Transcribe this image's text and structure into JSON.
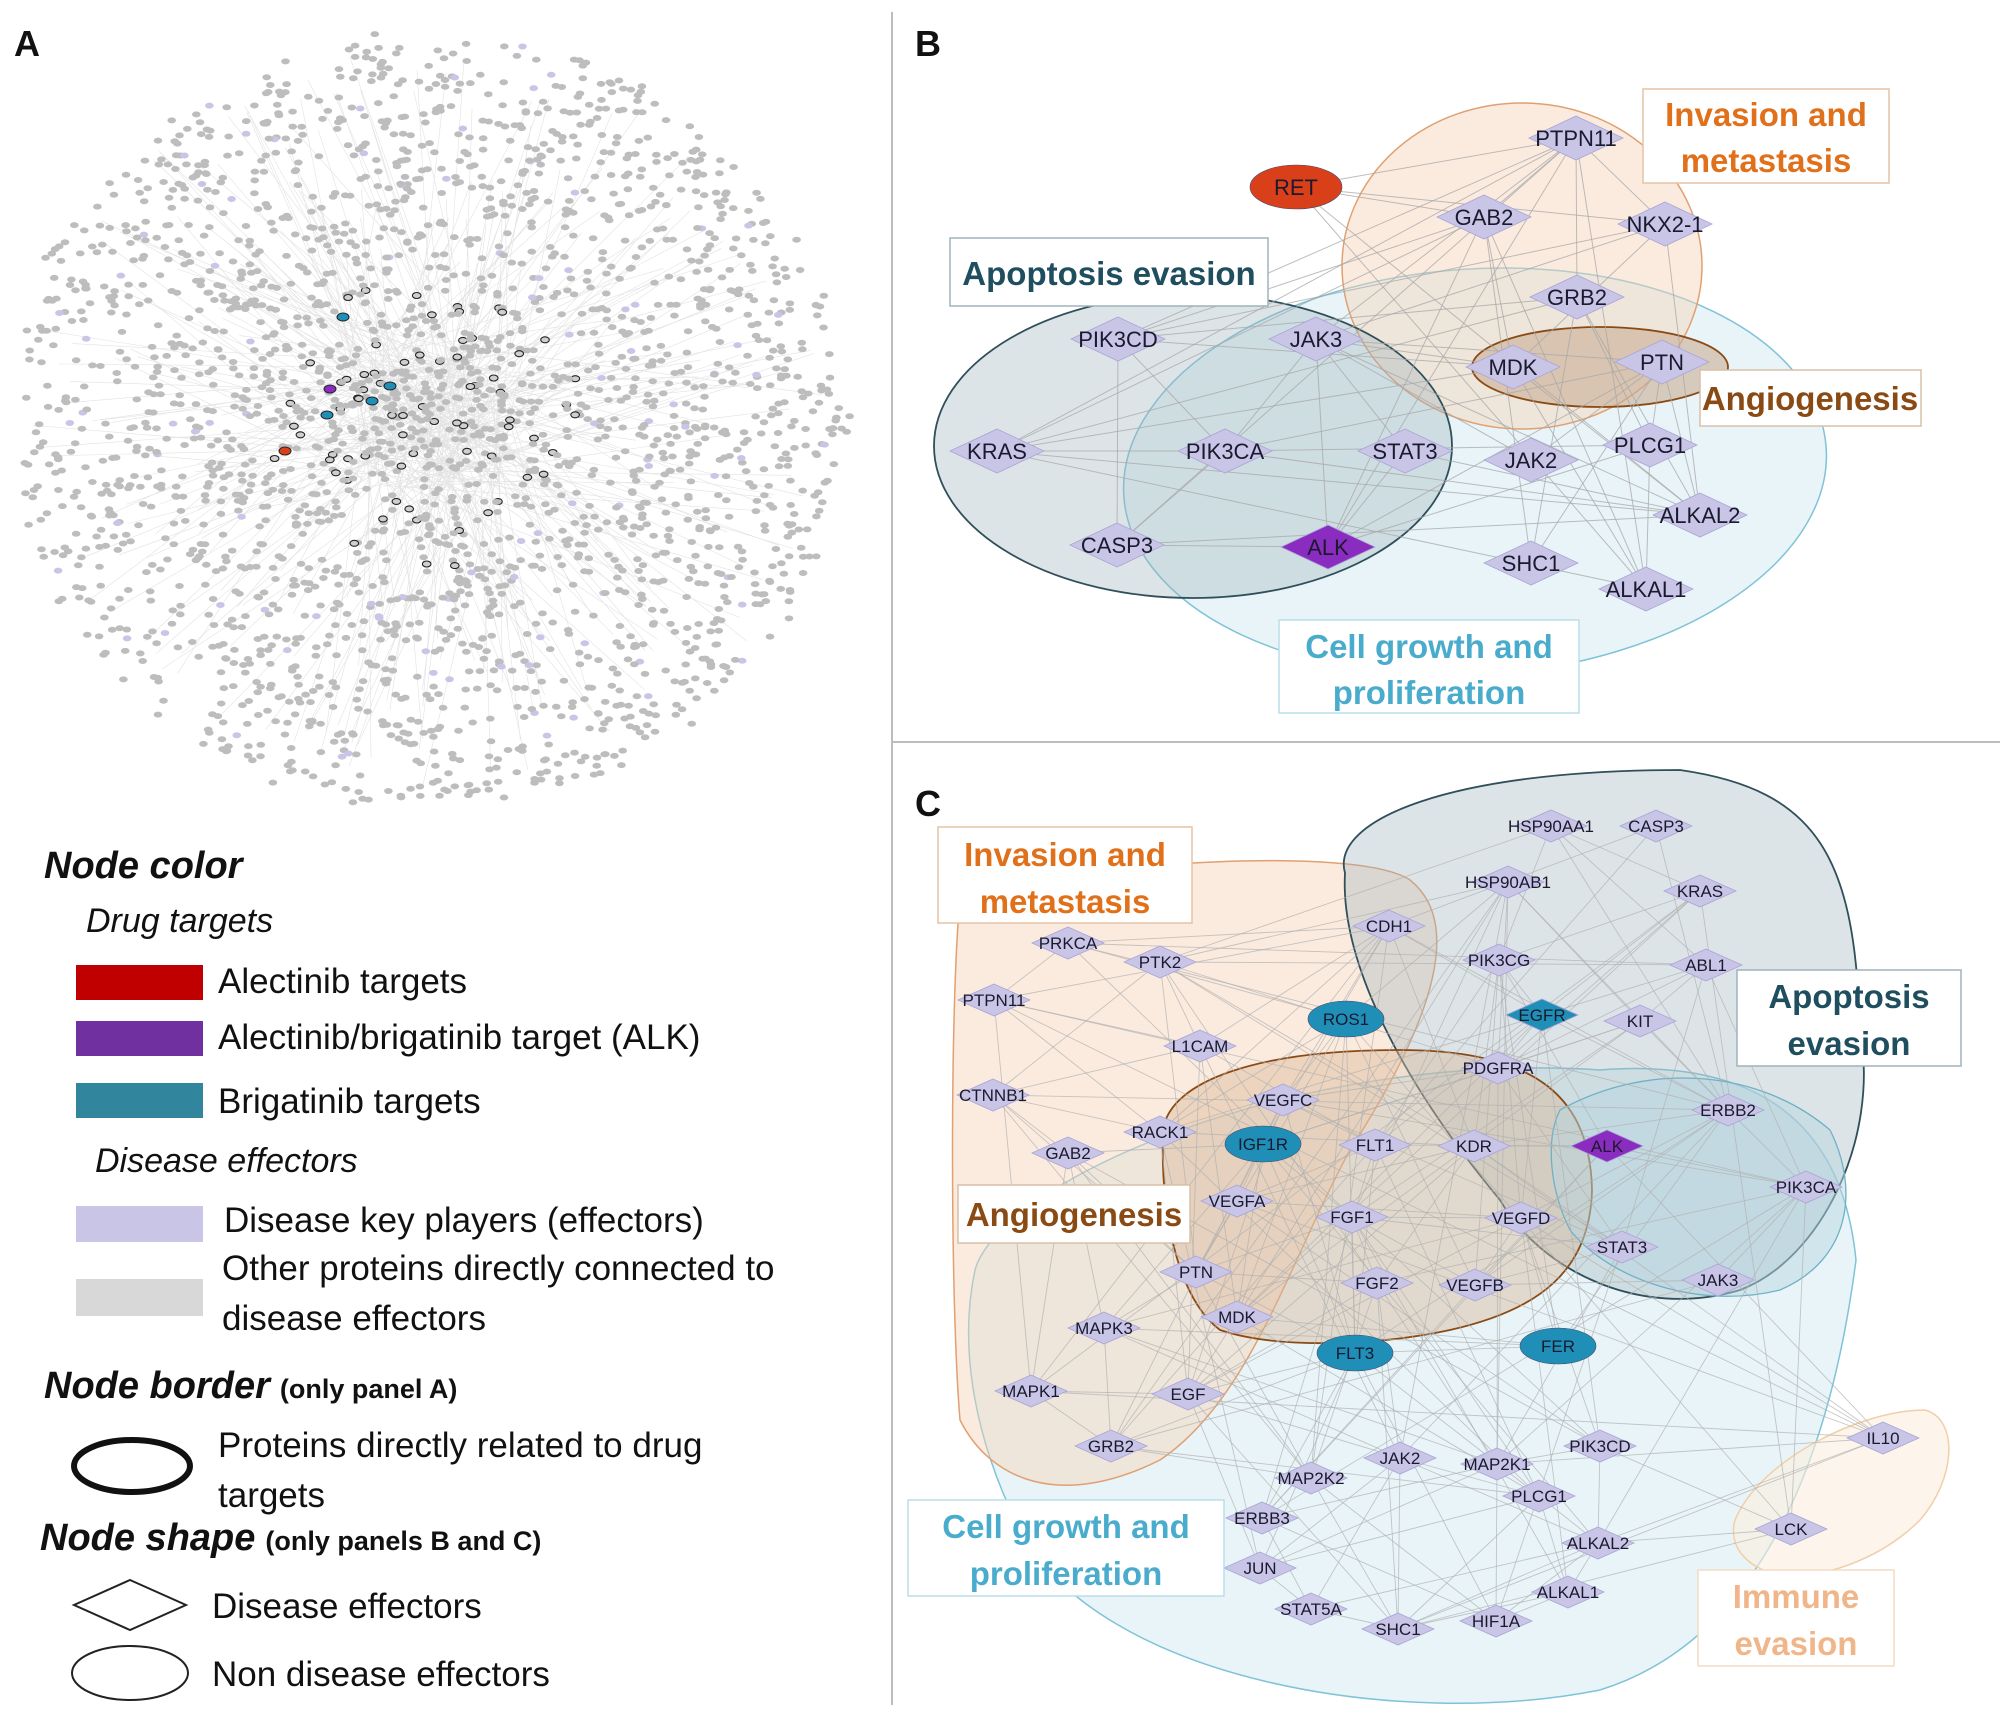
{
  "panel_labels": {
    "a": "A",
    "b": "B",
    "c": "C"
  },
  "colors": {
    "alectinib": "#c00000",
    "alk": "#7030a0",
    "brigatinib": "#31859c",
    "effector": "#c9c5e6",
    "other": "#d0d0d0",
    "ret_node": "#d9401a",
    "alk_node": "#8a2cc0",
    "brig_node": "#1f8fb8",
    "invasion": "#e0701a",
    "apoptosis": "#1f4e5e",
    "angiogenesis": "#8a4a14",
    "growth": "#4aaccc",
    "immune": "#f0b68a"
  },
  "legend": {
    "node_color_title": "Node color",
    "drug_targets": "Drug targets",
    "alectinib": "Alectinib targets",
    "alk": "Alectinib/brigatinib target (ALK)",
    "brigatinib": "Brigatinib targets",
    "disease_effectors": "Disease effectors",
    "key_players": "Disease key players (effectors)",
    "other_line1": "Other proteins directly connected to",
    "other_line2": "disease effectors",
    "node_border_title": "Node border",
    "node_border_note": "(only panel A)",
    "border_line1": "Proteins directly related to drug",
    "border_line2": "targets",
    "node_shape_title": "Node shape",
    "node_shape_note": "(only panels B and C)",
    "shape_diamond": "Disease effectors",
    "shape_ellipse": "Non disease effectors"
  },
  "panel_b": {
    "regions": {
      "invasion_1": "Invasion and",
      "invasion_2": "metastasis",
      "apoptosis": "Apoptosis evasion",
      "angiogenesis": "Angiogenesis",
      "growth_1": "Cell growth and",
      "growth_2": "proliferation"
    },
    "nodes": [
      {
        "label": "RET",
        "shape": "ellipse",
        "kind": "alectinib"
      },
      {
        "label": "PTPN11",
        "shape": "diamond",
        "kind": "effector"
      },
      {
        "label": "GAB2",
        "shape": "diamond",
        "kind": "effector"
      },
      {
        "label": "NKX2-1",
        "shape": "diamond",
        "kind": "effector"
      },
      {
        "label": "GRB2",
        "shape": "diamond",
        "kind": "effector"
      },
      {
        "label": "PIK3CD",
        "shape": "diamond",
        "kind": "effector"
      },
      {
        "label": "JAK3",
        "shape": "diamond",
        "kind": "effector"
      },
      {
        "label": "MDK",
        "shape": "diamond",
        "kind": "effector"
      },
      {
        "label": "PTN",
        "shape": "diamond",
        "kind": "effector"
      },
      {
        "label": "KRAS",
        "shape": "diamond",
        "kind": "effector"
      },
      {
        "label": "PIK3CA",
        "shape": "diamond",
        "kind": "effector"
      },
      {
        "label": "STAT3",
        "shape": "diamond",
        "kind": "effector"
      },
      {
        "label": "JAK2",
        "shape": "diamond",
        "kind": "effector"
      },
      {
        "label": "PLCG1",
        "shape": "diamond",
        "kind": "effector"
      },
      {
        "label": "ALKAL2",
        "shape": "diamond",
        "kind": "effector"
      },
      {
        "label": "CASP3",
        "shape": "diamond",
        "kind": "effector"
      },
      {
        "label": "ALK",
        "shape": "diamond",
        "kind": "alk"
      },
      {
        "label": "SHC1",
        "shape": "diamond",
        "kind": "effector"
      },
      {
        "label": "ALKAL1",
        "shape": "diamond",
        "kind": "effector"
      }
    ]
  },
  "panel_c": {
    "regions": {
      "invasion_1": "Invasion and",
      "invasion_2": "metastasis",
      "apoptosis_1": "Apoptosis",
      "apoptosis_2": "evasion",
      "angiogenesis": "Angiogenesis",
      "growth_1": "Cell growth and",
      "growth_2": "proliferation",
      "immune_1": "Immune",
      "immune_2": "evasion"
    },
    "nodes": [
      {
        "label": "HSP90AA1",
        "shape": "diamond",
        "kind": "effector"
      },
      {
        "label": "CASP3",
        "shape": "diamond",
        "kind": "effector"
      },
      {
        "label": "HSP90AB1",
        "shape": "diamond",
        "kind": "effector"
      },
      {
        "label": "KRAS",
        "shape": "diamond",
        "kind": "effector"
      },
      {
        "label": "CDH1",
        "shape": "diamond",
        "kind": "effector"
      },
      {
        "label": "PRKCA",
        "shape": "diamond",
        "kind": "effector"
      },
      {
        "label": "PTK2",
        "shape": "diamond",
        "kind": "effector"
      },
      {
        "label": "PIK3CG",
        "shape": "diamond",
        "kind": "effector"
      },
      {
        "label": "ABL1",
        "shape": "diamond",
        "kind": "effector"
      },
      {
        "label": "PTPN11",
        "shape": "diamond",
        "kind": "effector"
      },
      {
        "label": "ROS1",
        "shape": "ellipse",
        "kind": "brigatinib"
      },
      {
        "label": "EGFR",
        "shape": "diamond",
        "kind": "brigatinib"
      },
      {
        "label": "KIT",
        "shape": "diamond",
        "kind": "effector"
      },
      {
        "label": "L1CAM",
        "shape": "diamond",
        "kind": "effector"
      },
      {
        "label": "PDGFRA",
        "shape": "diamond",
        "kind": "effector"
      },
      {
        "label": "CTNNB1",
        "shape": "diamond",
        "kind": "effector"
      },
      {
        "label": "VEGFC",
        "shape": "diamond",
        "kind": "effector"
      },
      {
        "label": "ERBB2",
        "shape": "diamond",
        "kind": "effector"
      },
      {
        "label": "RACK1",
        "shape": "diamond",
        "kind": "effector"
      },
      {
        "label": "IGF1R",
        "shape": "ellipse",
        "kind": "brigatinib"
      },
      {
        "label": "FLT1",
        "shape": "diamond",
        "kind": "effector"
      },
      {
        "label": "KDR",
        "shape": "diamond",
        "kind": "effector"
      },
      {
        "label": "ALK",
        "shape": "diamond",
        "kind": "alk"
      },
      {
        "label": "GAB2",
        "shape": "diamond",
        "kind": "effector"
      },
      {
        "label": "PIK3CA",
        "shape": "diamond",
        "kind": "effector"
      },
      {
        "label": "VEGFA",
        "shape": "diamond",
        "kind": "effector"
      },
      {
        "label": "FGF1",
        "shape": "diamond",
        "kind": "effector"
      },
      {
        "label": "VEGFD",
        "shape": "diamond",
        "kind": "effector"
      },
      {
        "label": "STAT3",
        "shape": "diamond",
        "kind": "effector"
      },
      {
        "label": "PTN",
        "shape": "diamond",
        "kind": "effector"
      },
      {
        "label": "FGF2",
        "shape": "diamond",
        "kind": "effector"
      },
      {
        "label": "VEGFB",
        "shape": "diamond",
        "kind": "effector"
      },
      {
        "label": "JAK3",
        "shape": "diamond",
        "kind": "effector"
      },
      {
        "label": "MDK",
        "shape": "diamond",
        "kind": "effector"
      },
      {
        "label": "MAPK3",
        "shape": "diamond",
        "kind": "effector"
      },
      {
        "label": "FLT3",
        "shape": "ellipse",
        "kind": "brigatinib"
      },
      {
        "label": "FER",
        "shape": "ellipse",
        "kind": "brigatinib"
      },
      {
        "label": "MAPK1",
        "shape": "diamond",
        "kind": "effector"
      },
      {
        "label": "EGF",
        "shape": "diamond",
        "kind": "effector"
      },
      {
        "label": "IL10",
        "shape": "diamond",
        "kind": "effector"
      },
      {
        "label": "GRB2",
        "shape": "diamond",
        "kind": "effector"
      },
      {
        "label": "PIK3CD",
        "shape": "diamond",
        "kind": "effector"
      },
      {
        "label": "JAK2",
        "shape": "diamond",
        "kind": "effector"
      },
      {
        "label": "MAP2K1",
        "shape": "diamond",
        "kind": "effector"
      },
      {
        "label": "MAP2K2",
        "shape": "diamond",
        "kind": "effector"
      },
      {
        "label": "PLCG1",
        "shape": "diamond",
        "kind": "effector"
      },
      {
        "label": "LCK",
        "shape": "diamond",
        "kind": "effector"
      },
      {
        "label": "ERBB3",
        "shape": "diamond",
        "kind": "effector"
      },
      {
        "label": "ALKAL2",
        "shape": "diamond",
        "kind": "effector"
      },
      {
        "label": "JUN",
        "shape": "diamond",
        "kind": "effector"
      },
      {
        "label": "ALKAL1",
        "shape": "diamond",
        "kind": "effector"
      },
      {
        "label": "STAT5A",
        "shape": "diamond",
        "kind": "effector"
      },
      {
        "label": "SHC1",
        "shape": "diamond",
        "kind": "effector"
      },
      {
        "label": "HIF1A",
        "shape": "diamond",
        "kind": "effector"
      }
    ]
  }
}
